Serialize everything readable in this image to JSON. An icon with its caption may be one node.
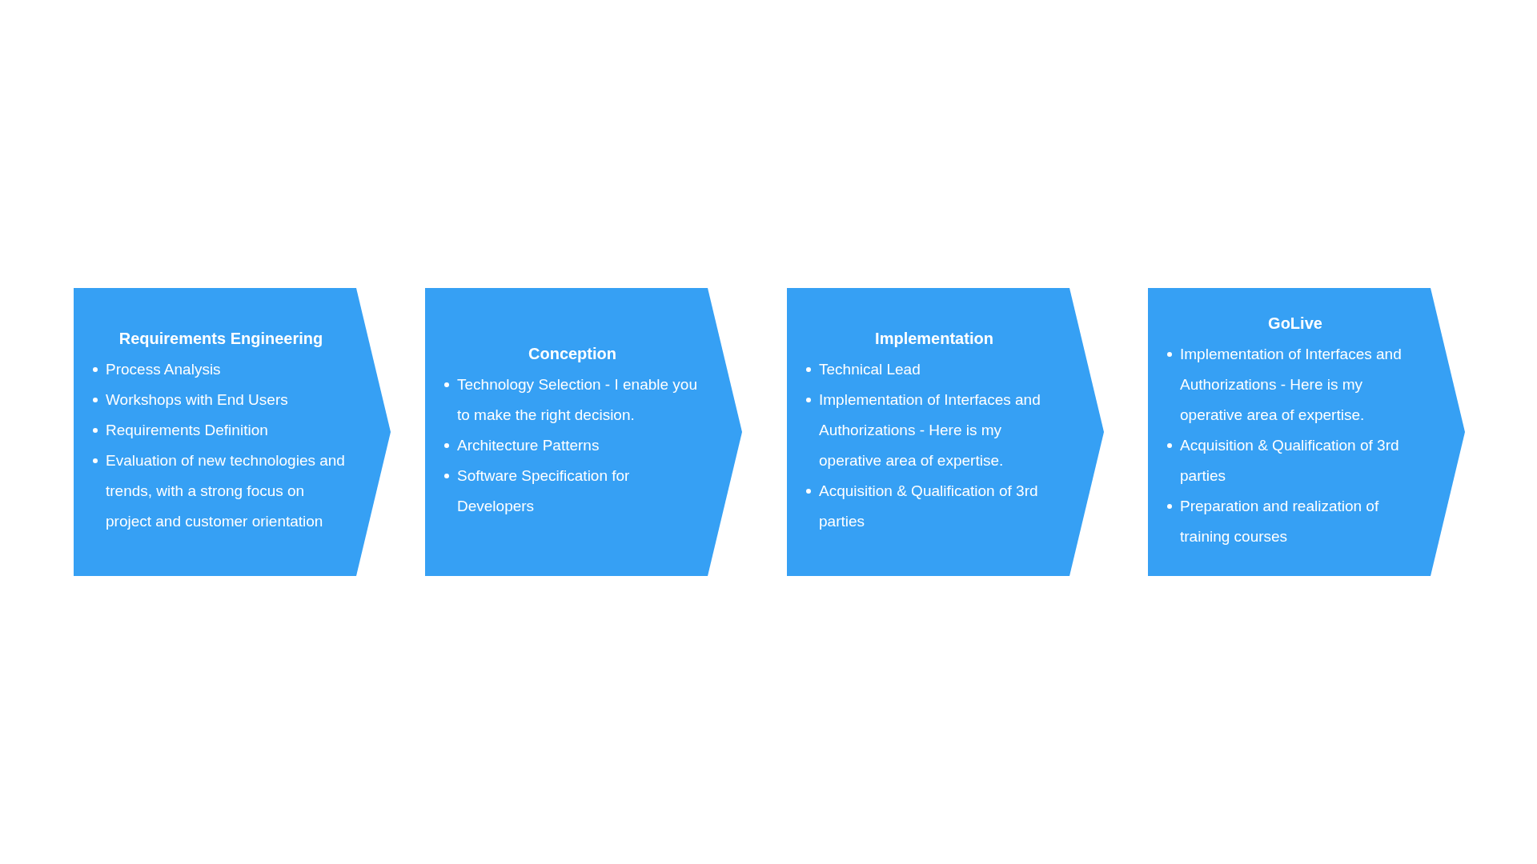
{
  "diagram": {
    "nodes": [
      {
        "text": [
          "Requirements Engineering",
          "Process Analysis",
          "Workshops with End Users",
          "Requirements Definition",
          "Evaluation of new technologies and trends, with a strong focus on project and customer orientation"
        ]
      },
      {
        "text": [
          "Conception",
          "Technology Selection - I enable you to make the right decision.",
          "Architecture Patterns",
          "Software Specification for Developers"
        ]
      },
      {
        "text": [
          "Implementation",
          "Technical Lead",
          "Implementation of Interfaces and Authorizations - Here is my operative area of expertise.",
          "Acquisition & Qualification of 3rd parties"
        ]
      },
      {
        "text": [
          "GoLive",
          "Implementation of Interfaces and Authorizations - Here is my operative area of expertise.",
          "Acquisition & Qualification of 3rd parties",
          "Preparation and realization of training courses"
        ]
      }
    ]
  }
}
